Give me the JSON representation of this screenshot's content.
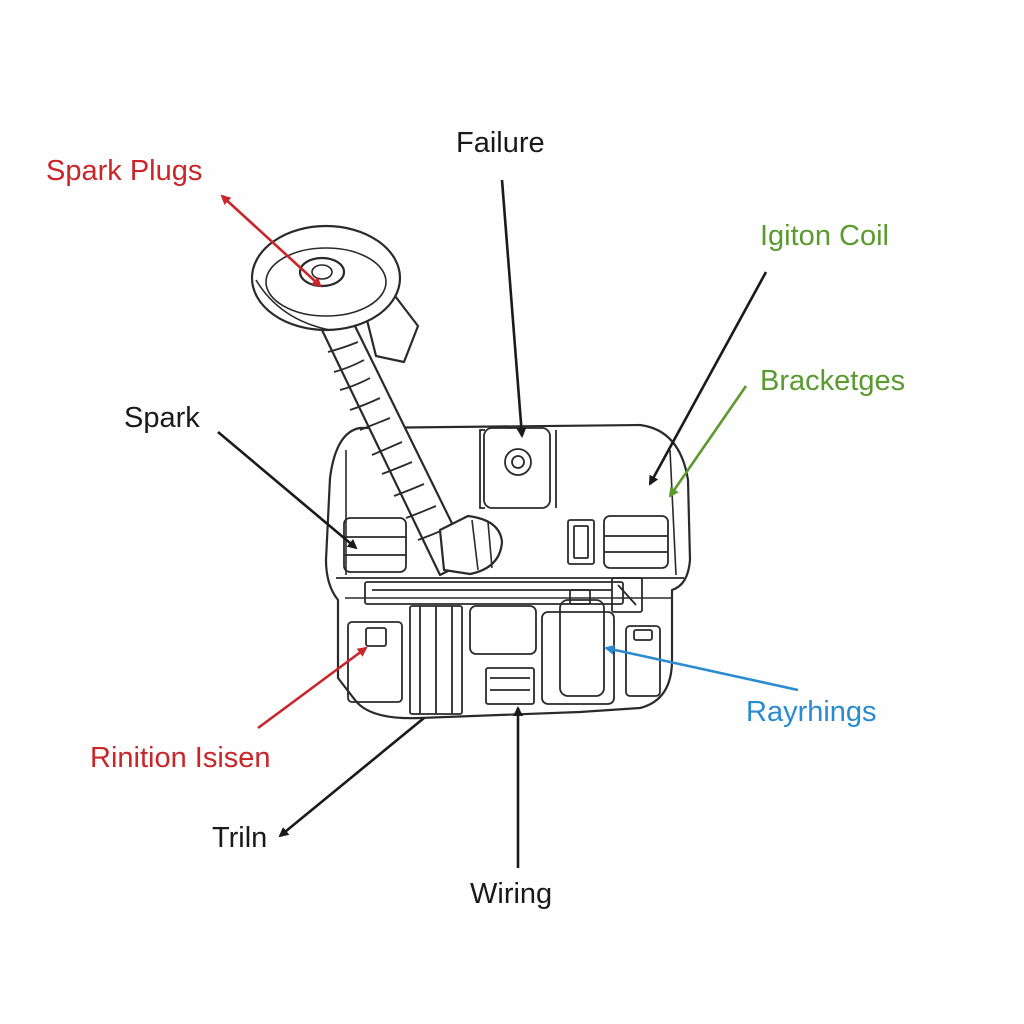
{
  "colors": {
    "red": "#c8262b",
    "green": "#5a9a2e",
    "blue": "#2a8ccf",
    "black": "#1a1a1a",
    "line": "#2a2a2a"
  },
  "labels": {
    "spark_plugs": "Spark Plugs",
    "failure": "Failure",
    "ignition_coil": "Igiton Coil",
    "brackets": "Bracketges",
    "spark": "Spark",
    "ignition_isisen": "Rinition Isisen",
    "rayrhings": "Rayrhings",
    "triln": "Triln",
    "wiring": "Wiring"
  }
}
